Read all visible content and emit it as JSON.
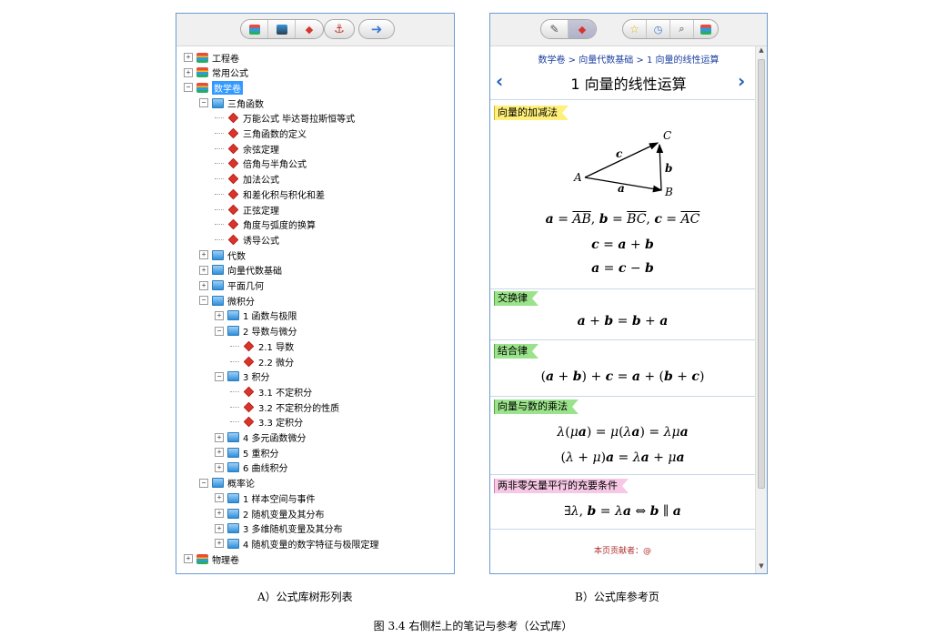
{
  "left": {
    "caption": "A）公式库树形列表",
    "toolbar": {
      "buttons": [
        "books-icon",
        "book-icon",
        "bookmark-icon",
        "anchor-icon",
        "arrow-right-icon"
      ]
    },
    "tree": [
      {
        "label": "工程卷",
        "level": 0,
        "icon": "book",
        "exp": "+"
      },
      {
        "label": "常用公式",
        "level": 0,
        "icon": "book",
        "exp": "+"
      },
      {
        "label": "数学卷",
        "level": 0,
        "icon": "book",
        "exp": "−"
      },
      {
        "label": "三角函数",
        "level": 1,
        "icon": "folder",
        "exp": "−"
      },
      {
        "label": "万能公式 毕达哥拉斯恒等式",
        "level": 2,
        "icon": "tag",
        "exp": ""
      },
      {
        "label": "三角函数的定义",
        "level": 2,
        "icon": "tag",
        "exp": ""
      },
      {
        "label": "余弦定理",
        "level": 2,
        "icon": "tag",
        "exp": ""
      },
      {
        "label": "倍角与半角公式",
        "level": 2,
        "icon": "tag",
        "exp": ""
      },
      {
        "label": "加法公式",
        "level": 2,
        "icon": "tag",
        "exp": ""
      },
      {
        "label": "和差化积与积化和差",
        "level": 2,
        "icon": "tag",
        "exp": ""
      },
      {
        "label": "正弦定理",
        "level": 2,
        "icon": "tag",
        "exp": ""
      },
      {
        "label": "角度与弧度的换算",
        "level": 2,
        "icon": "tag",
        "exp": ""
      },
      {
        "label": "诱导公式",
        "level": 2,
        "icon": "tag",
        "exp": ""
      },
      {
        "label": "代数",
        "level": 1,
        "icon": "folder",
        "exp": "+"
      },
      {
        "label": "向量代数基础",
        "level": 1,
        "icon": "folder",
        "exp": "+"
      },
      {
        "label": "平面几何",
        "level": 1,
        "icon": "folder",
        "exp": "+"
      },
      {
        "label": "微积分",
        "level": 1,
        "icon": "folder",
        "exp": "−"
      },
      {
        "label": "1 函数与极限",
        "level": 2,
        "icon": "folder",
        "exp": "+"
      },
      {
        "label": "2 导数与微分",
        "level": 2,
        "icon": "folder",
        "exp": "−"
      },
      {
        "label": "2.1 导数",
        "level": 3,
        "icon": "tag",
        "exp": ""
      },
      {
        "label": "2.2 微分",
        "level": 3,
        "icon": "tag",
        "exp": ""
      },
      {
        "label": "3 积分",
        "level": 2,
        "icon": "folder",
        "exp": "−"
      },
      {
        "label": "3.1 不定积分",
        "level": 3,
        "icon": "tag",
        "exp": ""
      },
      {
        "label": "3.2 不定积分的性质",
        "level": 3,
        "icon": "tag",
        "exp": ""
      },
      {
        "label": "3.3 定积分",
        "level": 3,
        "icon": "tag",
        "exp": ""
      },
      {
        "label": "4 多元函数微分",
        "level": 2,
        "icon": "folder",
        "exp": "+"
      },
      {
        "label": "5 重积分",
        "level": 2,
        "icon": "folder",
        "exp": "+"
      },
      {
        "label": "6 曲线积分",
        "level": 2,
        "icon": "folder",
        "exp": "+"
      },
      {
        "label": "概率论",
        "level": 1,
        "icon": "folder",
        "exp": "−"
      },
      {
        "label": "1 样本空间与事件",
        "level": 2,
        "icon": "folder",
        "exp": "+"
      },
      {
        "label": "2 随机变量及其分布",
        "level": 2,
        "icon": "folder",
        "exp": "+"
      },
      {
        "label": "3 多维随机变量及其分布",
        "level": 2,
        "icon": "folder",
        "exp": "+"
      },
      {
        "label": "4 随机变量的数字特征与极限定理",
        "level": 2,
        "icon": "folder",
        "exp": "+"
      },
      {
        "label": "物理卷",
        "level": 0,
        "icon": "book",
        "exp": "+"
      }
    ],
    "selected_index": 2
  },
  "right": {
    "caption": "B）公式库参考页",
    "toolbar": {
      "buttons": [
        "brush-icon",
        "tag-icon",
        "star-icon",
        "clock-icon",
        "search-icon",
        "books-icon"
      ]
    },
    "breadcrumb": "数学卷 > 向量代数基础 > 1 向量的线性运算",
    "title": "1 向量的线性运算",
    "prev_arrow": "‹",
    "next_arrow": "›",
    "sections": {
      "s1": "向量的加减法",
      "s2": "交换律",
      "s3": "结合律",
      "s4": "向量与数的乘法",
      "s5": "两非零矢量平行的充要条件"
    },
    "diagram": {
      "A": "A",
      "B": "B",
      "C": "C",
      "a": "a",
      "b": "b",
      "c": "c"
    },
    "contributors": "本页贡献者：@"
  },
  "figure_caption": "图 3.4  右侧栏上的笔记与参考（公式库）"
}
